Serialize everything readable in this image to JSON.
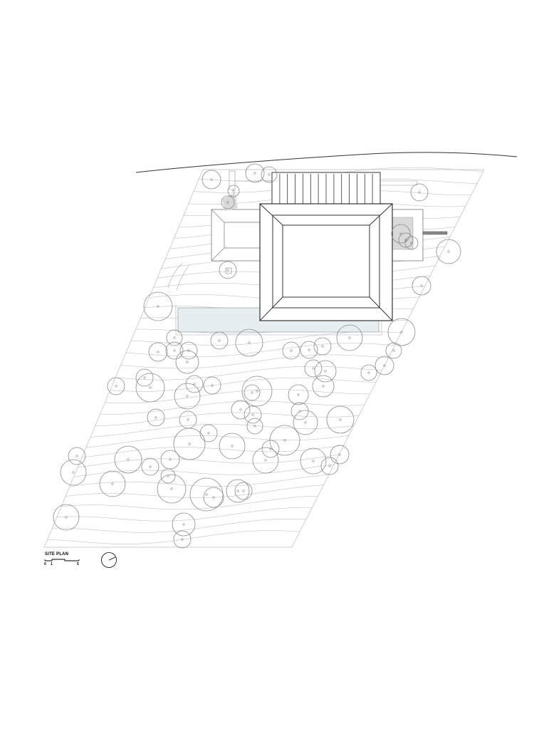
{
  "drawing": {
    "title": "SITE PLAN",
    "scale_labels": [
      "0",
      "1",
      "5"
    ]
  },
  "colors": {
    "line": "#8a8a8a",
    "dark_line": "#222222",
    "pool_fill": "#e6eef2",
    "shade_fill": "#d9d9d9"
  },
  "icons": {
    "north_arrow": "north-arrow-icon",
    "scale_bar": "scale-bar-icon",
    "tree": "tree-canopy-icon"
  }
}
